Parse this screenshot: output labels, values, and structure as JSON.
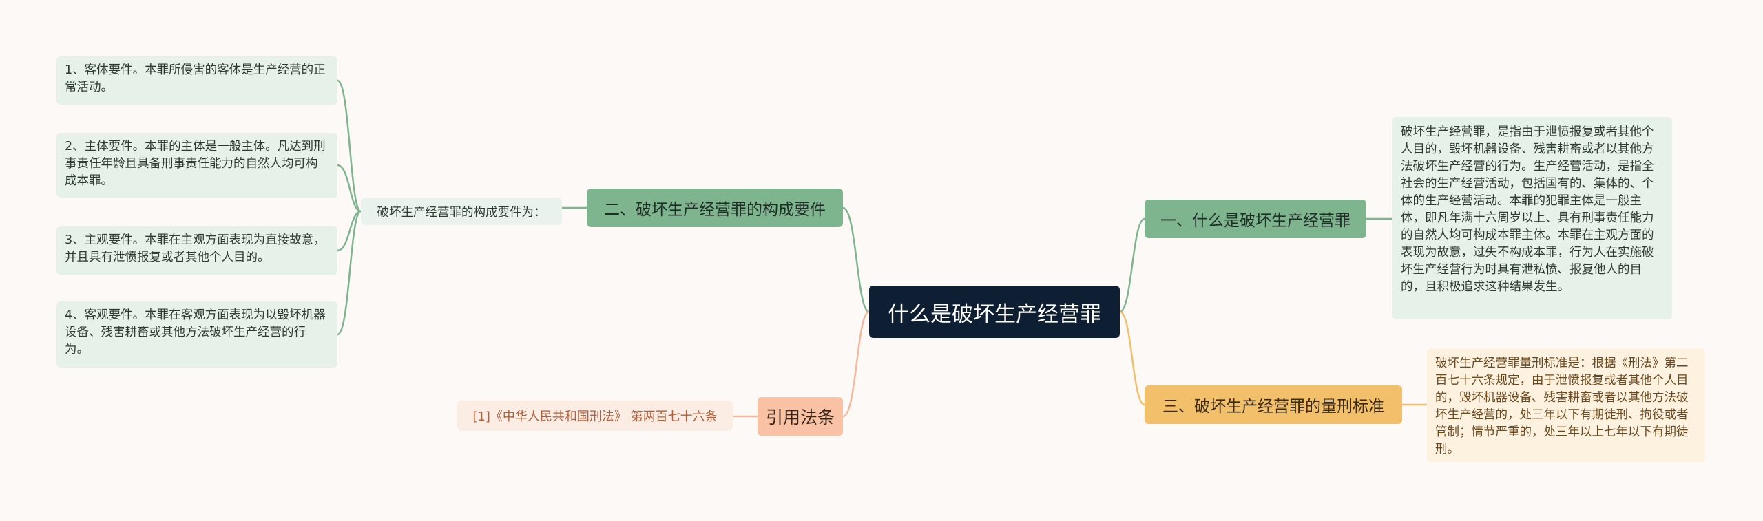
{
  "root": {
    "label": "什么是破坏生产经营罪"
  },
  "branches": {
    "composition": {
      "label": "二、破坏生产经营罪的构成要件"
    },
    "citation": {
      "label": "引用法条"
    },
    "definition": {
      "label": "一、什么是破坏生产经营罪"
    },
    "sentencing": {
      "label": "三、破坏生产经营罪的量刑标准"
    }
  },
  "composition_intro": "破坏生产经营罪的构成要件为：",
  "composition_items": [
    "1、客体要件。本罪所侵害的客体是生产经营的正常活动。",
    "2、主体要件。本罪的主体是一般主体。凡达到刑事责任年龄且具备刑事责任能力的自然人均可构成本罪。",
    "3、主观要件。本罪在主观方面表现为直接故意，并且具有泄愤报复或者其他个人目的。",
    "4、客观要件。本罪在客观方面表现为以毁坏机器设备、残害耕畜或其他方法破坏生产经营的行为。"
  ],
  "citation_item": "[1]《中华人民共和国刑法》 第两百七十六条",
  "definition_text": "破坏生产经营罪，是指由于泄愤报复或者其他个人目的，毁坏机器设备、残害耕畜或者以其他方法破坏生产经营的行为。生产经营活动，是指全社会的生产经营活动，包括国有的、集体的、个体的生产经营活动。本罪的犯罪主体是一般主体，即凡年满十六周岁以上、具有刑事责任能力的自然人均可构成本罪主体。本罪在主观方面的表现为故意，过失不构成本罪，行为人在实施破坏生产经营行为时具有泄私愤、报复他人的目的，且积极追求这种结果发生。",
  "sentencing_text": "破坏生产经营罪量刑标准是：根据《刑法》第二百七十六条规定，由于泄愤报复或者其他个人目的，毁坏机器设备、残害耕畜或者以其他方法破坏生产经营的，处三年以下有期徒刑、拘役或者管制；情节严重的，处三年以上七年以下有期徒刑。",
  "colors": {
    "root_bg": "#0f1f33",
    "green": "#7eb58f",
    "orange": "#f2bf6a",
    "peach": "#f9c2a4",
    "line_green": "#7eb58f",
    "line_orange": "#f2bf6a",
    "line_peach": "#f4b89b"
  }
}
